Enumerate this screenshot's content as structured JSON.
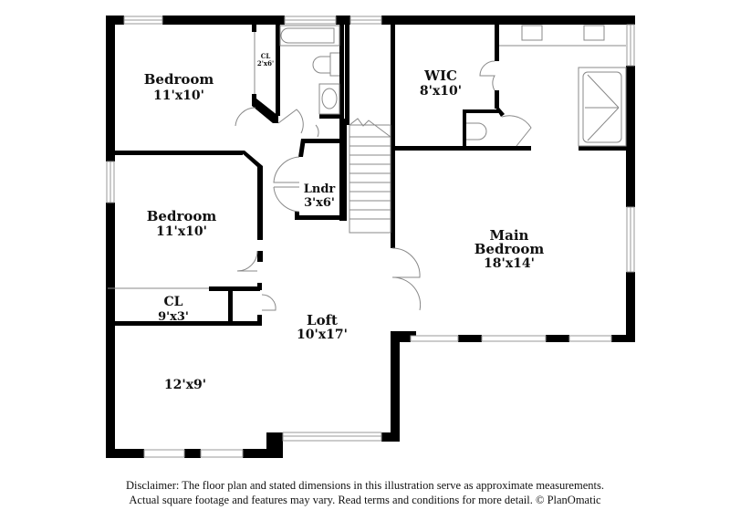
{
  "floor_plan": {
    "rooms": [
      {
        "id": "bedroom-1",
        "name": "Bedroom",
        "dims": "11'x10'"
      },
      {
        "id": "closet-small",
        "name": "CL",
        "dims": "2'x6'"
      },
      {
        "id": "bedroom-2",
        "name": "Bedroom",
        "dims": "11'x10'"
      },
      {
        "id": "laundry",
        "name": "Lndr",
        "dims": "3'x6'"
      },
      {
        "id": "wic",
        "name": "WIC",
        "dims": "8'x10'"
      },
      {
        "id": "main-bedroom",
        "name_line1": "Main",
        "name_line2": "Bedroom",
        "dims": "18'x14'"
      },
      {
        "id": "closet",
        "name": "CL",
        "dims": "9'x3'"
      },
      {
        "id": "loft",
        "name": "Loft",
        "dims": "10'x17'"
      },
      {
        "id": "unnamed-room",
        "dims": "12'x9'"
      }
    ],
    "colors": {
      "wall": "#000000",
      "fixture": "#888888",
      "window": "#999999",
      "background": "#ffffff"
    }
  },
  "disclaimer": {
    "line1": "Disclaimer: The floor plan and stated dimensions in this illustration serve as approximate measurements.",
    "line2": "Actual square footage and features may vary. Read terms and conditions for more detail. © PlanOmatic"
  }
}
